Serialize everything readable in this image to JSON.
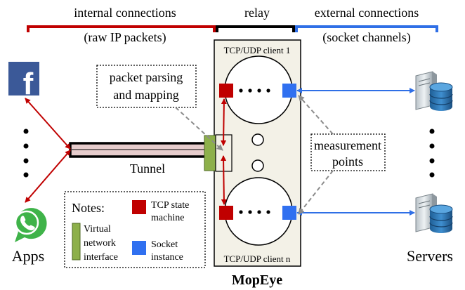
{
  "brackets": {
    "internal_title": "internal connections",
    "internal_subtitle": "(raw IP packets)",
    "relay_title": "relay",
    "external_title": "external connections",
    "external_subtitle": "(socket channels)"
  },
  "relay": {
    "client_top": "TCP/UDP client 1",
    "client_bottom": "TCP/UDP client n",
    "name": "MopEye"
  },
  "callouts": {
    "parsing_line1": "packet parsing",
    "parsing_line2": "and mapping",
    "measurement_line1": "measurement",
    "measurement_line2": "points"
  },
  "tunnel_label": "Tunnel",
  "apps_label": "Apps",
  "servers_label": "Servers",
  "notes": {
    "title": "Notes:",
    "virtual_line1": "Virtual",
    "virtual_line2": "network",
    "virtual_line3": "interface",
    "tcp_line1": "TCP state",
    "tcp_line2": "machine",
    "socket_line1": "Socket",
    "socket_line2": "instance"
  },
  "icons": {
    "facebook_glyph": "f"
  },
  "colors": {
    "internal": "#c00000",
    "external": "#2f6fe6",
    "relay_fill": "#f3f1e7",
    "tcp_state": "#c00000",
    "socket": "#3070f0",
    "vnic": "#8db04a",
    "tunnel_fill": "#e6cccc",
    "facebook": "#3b5998",
    "whatsapp": "#3fb349",
    "dashed": "#8c8c8c"
  }
}
